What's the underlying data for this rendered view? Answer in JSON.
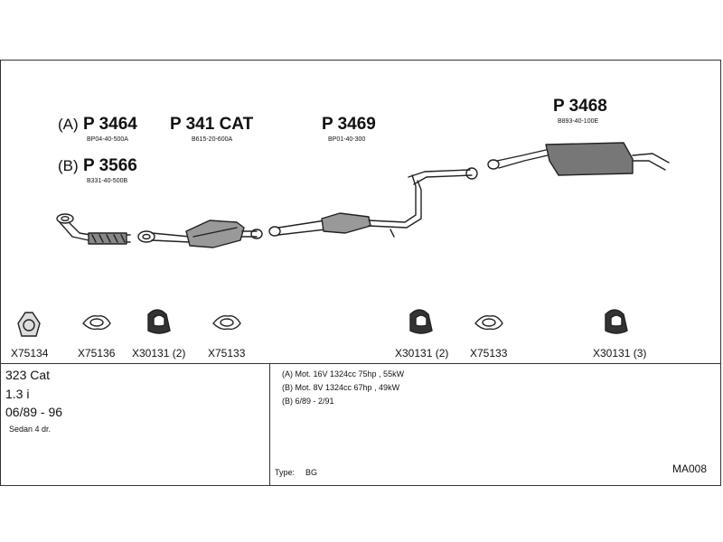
{
  "main_parts": {
    "A": {
      "prefix": "(A)",
      "part": "P 3464",
      "ref": "BP04-40-500A"
    },
    "B": {
      "prefix": "(B)",
      "part": "P 3566",
      "ref": "B331-40-500B"
    },
    "cat": {
      "part": "P 341 CAT",
      "ref": "B615-20-600A"
    },
    "mid": {
      "part": "P 3469",
      "ref": "BP01-40-300"
    },
    "rear": {
      "part": "P 3468",
      "ref": "B893-40-100E"
    }
  },
  "fittings": [
    {
      "code": "X75134",
      "icon": "flange-gasket-3-bolt-icon"
    },
    {
      "code": "X75136",
      "icon": "gasket-oval-icon"
    },
    {
      "code": "X30131 (2)",
      "icon": "rubber-hanger-icon"
    },
    {
      "code": "X75133",
      "icon": "gasket-oval-icon"
    },
    {
      "code": "X30131 (2)",
      "icon": "rubber-hanger-icon"
    },
    {
      "code": "X75133",
      "icon": "gasket-oval-icon"
    },
    {
      "code": "X30131 (3)",
      "icon": "rubber-hanger-icon"
    }
  ],
  "vehicle": {
    "model": "323 Cat",
    "engine": "1.3 i",
    "years": "06/89 - 96",
    "body": "Sedan 4 dr."
  },
  "specs": [
    "(A) Mot. 16V 1324cc 75hp , 55kW",
    "(B) Mot. 8V 1324cc 67hp , 49kW",
    "(B) 6/89 - 2/91"
  ],
  "type_label": "Type:",
  "type_value": "BG",
  "diagram_code": "MA008"
}
